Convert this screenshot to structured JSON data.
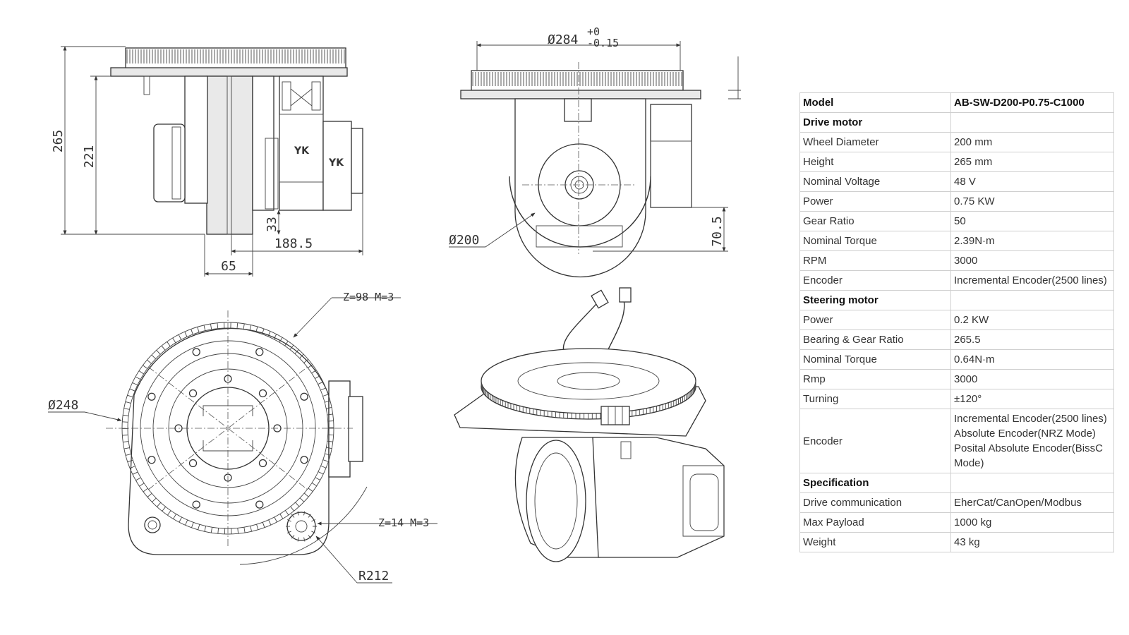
{
  "drawing": {
    "side_view": {
      "dim_height_total": "265",
      "dim_height_inner": "221",
      "dim_ground": "33",
      "dim_length": "188.5",
      "dim_wheel_width": "65",
      "motor_label_1": "YK",
      "motor_label_2": "YK"
    },
    "front_view": {
      "dim_flange": "Ø284",
      "dim_flange_tol_upper": "+0",
      "dim_flange_tol_lower": "-0.15",
      "dim_wheel": "Ø200",
      "dim_axle_height": "70.5"
    },
    "bottom_view": {
      "callout_big_gear": "Z=98 M=3",
      "callout_small_gear": "Z=14 M=3",
      "dim_diameter": "Ø248",
      "dim_radius": "R212"
    }
  },
  "spec_table": {
    "rows": [
      {
        "type": "head",
        "key": "Model",
        "value": "AB-SW-D200-P0.75-C1000"
      },
      {
        "type": "section",
        "key": "Drive motor",
        "value": ""
      },
      {
        "type": "row",
        "key": "Wheel Diameter",
        "value": "200 mm"
      },
      {
        "type": "row",
        "key": "Height",
        "value": "265 mm"
      },
      {
        "type": "row",
        "key": "Nominal Voltage",
        "value": "48 V"
      },
      {
        "type": "row",
        "key": "Power",
        "value": "0.75 KW"
      },
      {
        "type": "row",
        "key": "Gear Ratio",
        "value": "50"
      },
      {
        "type": "row",
        "key": "Nominal Torque",
        "value": "2.39N·m"
      },
      {
        "type": "row",
        "key": "RPM",
        "value": "3000"
      },
      {
        "type": "row",
        "key": "Encoder",
        "value": "Incremental Encoder(2500 lines)"
      },
      {
        "type": "section",
        "key": "Steering motor",
        "value": ""
      },
      {
        "type": "row",
        "key": "Power",
        "value": "0.2 KW"
      },
      {
        "type": "row",
        "key": "Bearing & Gear Ratio",
        "value": "265.5"
      },
      {
        "type": "row",
        "key": "Nominal Torque",
        "value": "0.64N·m"
      },
      {
        "type": "row",
        "key": "Rmp",
        "value": "3000"
      },
      {
        "type": "row",
        "key": "Turning",
        "value": "±120°"
      },
      {
        "type": "row",
        "key": "Encoder",
        "value": [
          "Incremental Encoder(2500 lines)",
          "Absolute Encoder(NRZ Mode)",
          "Posital Absolute Encoder(BissC",
          "Mode)"
        ]
      },
      {
        "type": "section",
        "key": "Specification",
        "value": ""
      },
      {
        "type": "row",
        "key": "Drive communication",
        "value": "EherCat/CanOpen/Modbus"
      },
      {
        "type": "row",
        "key": "Max Payload",
        "value": "1000 kg"
      },
      {
        "type": "row",
        "key": "Weight",
        "value": "43 kg"
      }
    ]
  }
}
